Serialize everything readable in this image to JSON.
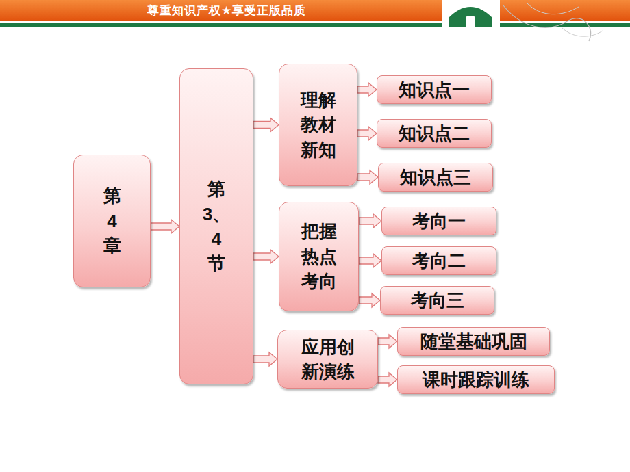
{
  "diagram": {
    "nodes": [
      {
        "text": [
          "第 4 章"
        ]
      },
      {
        "text": [
          "第 3、4 节"
        ]
      },
      {
        "text": [
          "理解 教材 新知"
        ]
      },
      {
        "text": [
          "知识点一"
        ]
      },
      {
        "text": [
          "知识点二"
        ]
      },
      {
        "text": [
          "知识点三"
        ]
      },
      {
        "text": [
          "把握 热点 考向"
        ]
      },
      {
        "text": [
          "考向一"
        ]
      },
      {
        "text": [
          "考向二"
        ]
      },
      {
        "text": [
          "考向三"
        ]
      },
      {
        "text": [
          "应用创 新演练"
        ]
      },
      {
        "text": [
          "随堂基础巩固"
        ]
      },
      {
        "text": [
          "课时跟踪训练"
        ]
      }
    ],
    "edges": [
      {
        "from": 0,
        "to": 1,
        "arrow": "to"
      },
      {
        "from": 1,
        "to": 2,
        "arrow": "to"
      },
      {
        "from": 1,
        "to": 6,
        "arrow": "to"
      },
      {
        "from": 1,
        "to": 10,
        "arrow": "to"
      },
      {
        "from": 2,
        "to": 3,
        "arrow": "to"
      },
      {
        "from": 2,
        "to": 4,
        "arrow": "to"
      },
      {
        "from": 2,
        "to": 5,
        "arrow": "to"
      },
      {
        "from": 6,
        "to": 7,
        "arrow": "to"
      },
      {
        "from": 6,
        "to": 8,
        "arrow": "to"
      },
      {
        "from": 6,
        "to": 9,
        "arrow": "to"
      },
      {
        "from": 10,
        "to": 11,
        "arrow": "to"
      },
      {
        "from": 10,
        "to": 12,
        "arrow": "to"
      }
    ],
    "labels": [
      "尊重知识产权★享受正版品质"
    ]
  }
}
